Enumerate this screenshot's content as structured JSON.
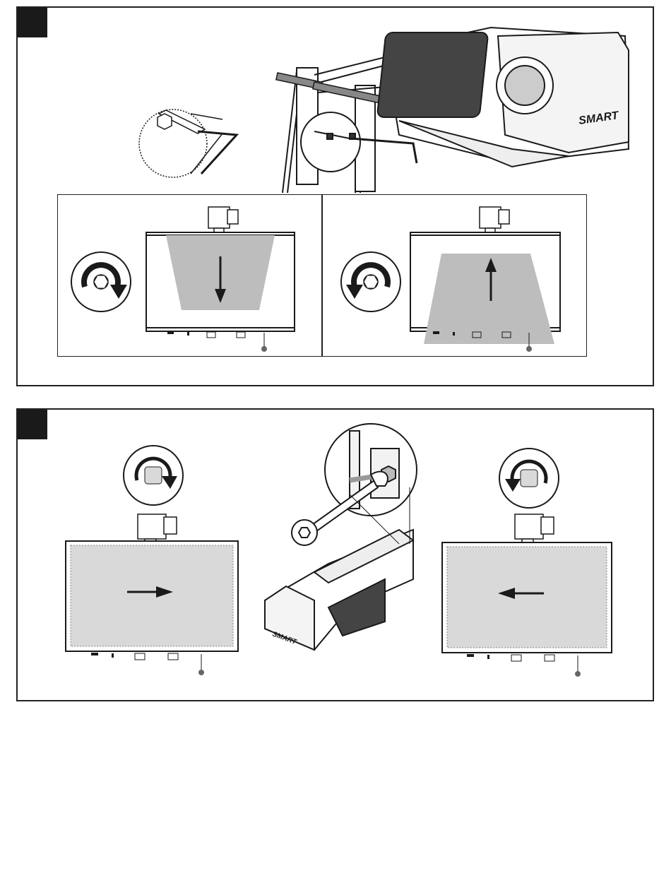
{
  "brand": {
    "logo_text": "SMART"
  },
  "colors": {
    "ink": "#1a1a1a",
    "screen_fill": "#bdbdbd",
    "light_fill": "#d9d9d9",
    "panel_border": "#222222"
  },
  "step1": {
    "icons": [
      "hex-key-icon",
      "rotate-clockwise-icon",
      "rotate-counterclockwise-icon",
      "arrow-down-icon",
      "arrow-up-icon"
    ],
    "left_view": {
      "rotation": "clockwise",
      "image_move": "down"
    },
    "right_view": {
      "rotation": "counterclockwise",
      "image_move": "up"
    }
  },
  "step2": {
    "icons": [
      "wrench-icon",
      "rotate-clockwise-icon",
      "rotate-counterclockwise-icon",
      "arrow-right-icon",
      "arrow-left-icon"
    ],
    "left_view": {
      "rotation": "clockwise",
      "image_move": "right"
    },
    "right_view": {
      "rotation": "counterclockwise",
      "image_move": "left"
    }
  }
}
